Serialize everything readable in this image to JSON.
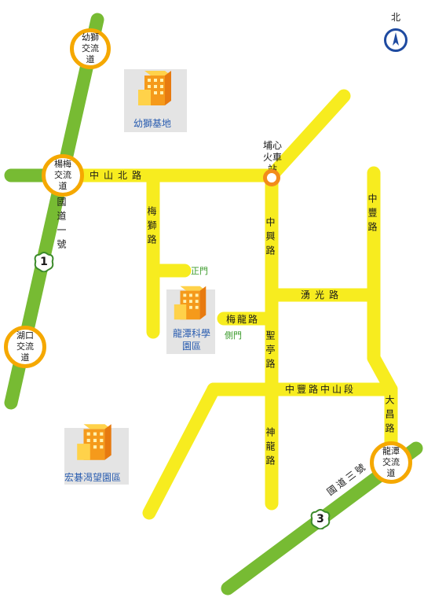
{
  "compass": {
    "label": "北"
  },
  "highways": {
    "h1": {
      "name": "國道一號",
      "number": "1"
    },
    "h3": {
      "name": "國道三號",
      "number": "3"
    }
  },
  "interchanges": {
    "youshi": "幼獅交流道",
    "yangmei": "楊梅交流道",
    "hukou": "湖口交流道",
    "longtan": "龍潭交流道"
  },
  "station": {
    "name": "埔心火車站"
  },
  "roads": {
    "zhongshan_n": "中山北路",
    "meishi": "梅獅路",
    "zhongxing": "中興路",
    "zhongfeng": "中豐路",
    "yongguang": "湧光路",
    "meilong": "梅龍路",
    "shengting": "聖亭路",
    "zhongfeng_zs": "中豐路中山段",
    "dachang": "大昌路",
    "shenlong": "神龍路"
  },
  "gates": {
    "main": "正門",
    "side": "側門"
  },
  "places": {
    "youshi_base": "幼獅基地",
    "longtan_park": "龍潭科學園區",
    "hongqi": "宏碁渴望園區"
  },
  "colors": {
    "highway": "#77bb33",
    "road": "#f7ec1f",
    "interchange_ring": "#f5a800",
    "station_ring": "#f28c1a",
    "place_text": "#2a5db0",
    "compass": "#1e4aa0"
  }
}
